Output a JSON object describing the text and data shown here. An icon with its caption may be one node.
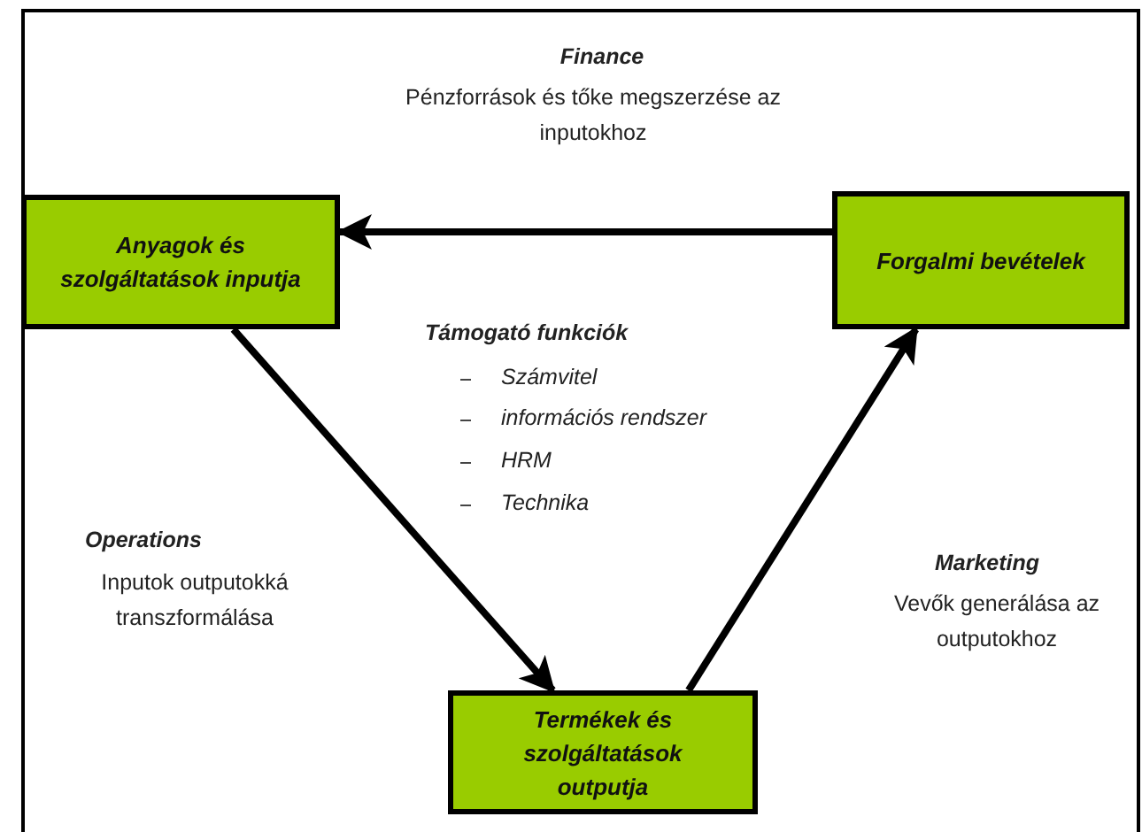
{
  "diagram": {
    "nodes": [
      {
        "text": [
          "Anyagok és szolgáltatások inputja"
        ]
      },
      {
        "text": [
          "Forgalmi bevételek"
        ]
      },
      {
        "text": [
          "Termékek és szolgáltatások outputja"
        ]
      }
    ],
    "edges": [
      {
        "from": 1,
        "to": 0,
        "arrow": "to"
      },
      {
        "from": 0,
        "to": 2,
        "arrow": "to"
      },
      {
        "from": 2,
        "to": 1,
        "arrow": "to"
      }
    ],
    "labels": [
      "Finance",
      "Pénzforrások és tőke megszerzése az inputokhoz",
      "Támogató funkciók",
      "Számvitel",
      "információs rendszer",
      "HRM",
      "Technika",
      "Operations",
      "Inputok outputokká transzformálása",
      "Marketing",
      "Vevők generálása az outputokhoz"
    ]
  }
}
